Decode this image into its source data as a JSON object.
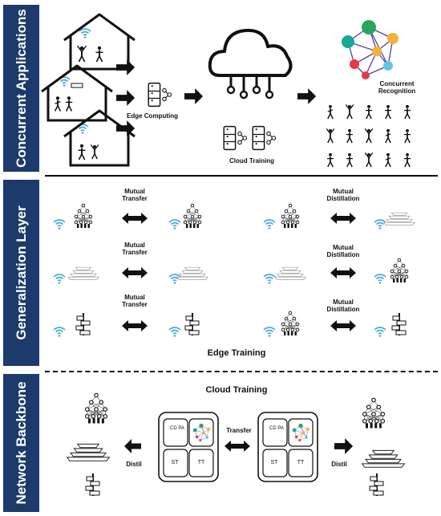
{
  "sections": [
    {
      "label": "Concurrent Applications"
    },
    {
      "label": "Generalization Layer"
    },
    {
      "label": "Network Backbone"
    }
  ],
  "applications": {
    "edge_label": "Edge Computing",
    "cloud_label": "Cloud Training",
    "recognition_label": "Concurrent Recognition"
  },
  "generalization": {
    "transfer_labels": [
      "Mutual Transfer",
      "Mutual Transfer",
      "Mutual Transfer"
    ],
    "distillation_labels": [
      "Mutual Distillation",
      "Mutual Distillation",
      "Mutual Distillation"
    ],
    "footer": "Edge Training"
  },
  "backbone": {
    "title": "Cloud Training",
    "transfer_label": "Transfer",
    "distil_left": "Distil",
    "distil_right": "Distil",
    "card_left": {
      "cdpa": "CD PA",
      "st": "ST",
      "tt": "TT"
    },
    "card_right": {
      "cdpa": "CD PA",
      "st": "ST",
      "tt": "TT"
    }
  },
  "colors": {
    "sidebar": "#1c3a6b",
    "wifi": "#4aa8d8",
    "graph_nodes": [
      "#2aa65c",
      "#e63946",
      "#f2b233",
      "#1f78b4",
      "#19a896",
      "#5ec4e8"
    ],
    "graph_edge": "#5a3e9b"
  },
  "icons": [
    "house-icon",
    "wifi-icon",
    "server-icon",
    "cloud-icon",
    "neural-network-icon",
    "stacked-layers-icon",
    "blocks-icon",
    "double-arrow-icon",
    "right-arrow-icon",
    "left-arrow-icon",
    "person-icon",
    "activity-graph-icon"
  ]
}
